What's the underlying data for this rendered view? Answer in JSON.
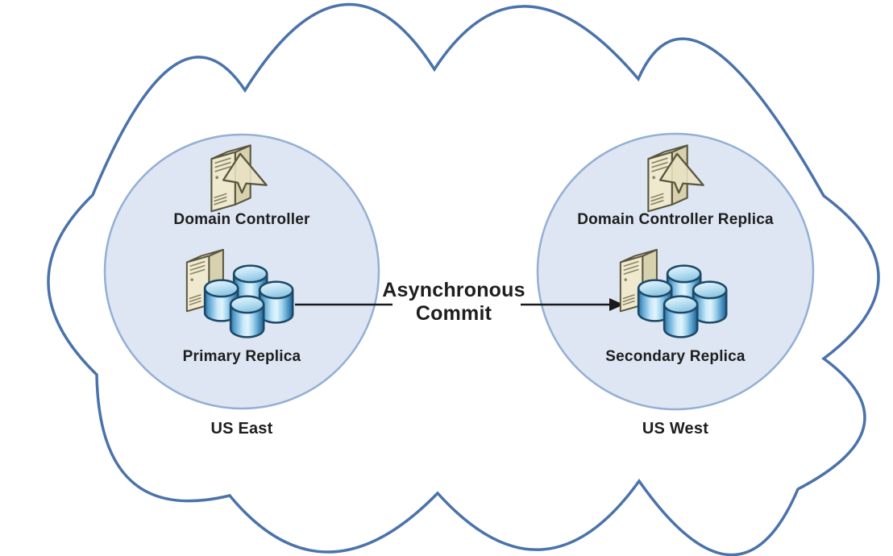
{
  "diagram": {
    "type": "cloud-architecture-diagram",
    "arrow": {
      "label_line1": "Asynchronous",
      "label_line2": "Commit",
      "direction": "left-to-right",
      "color": "#1a1a1a"
    },
    "regions": [
      {
        "name": "US East",
        "nodes": [
          {
            "label": "Domain Controller",
            "icon": "server-tower-with-triangle-icon"
          },
          {
            "label": "Primary Replica",
            "icon": "server-with-database-cylinders-icon"
          }
        ]
      },
      {
        "name": "US West",
        "nodes": [
          {
            "label": "Domain Controller Replica",
            "icon": "server-tower-with-triangle-icon"
          },
          {
            "label": "Secondary Replica",
            "icon": "server-with-database-cylinders-icon"
          }
        ]
      }
    ],
    "colors": {
      "cloud_outline": "#4a72ab",
      "cloud_fill": "#ffffff",
      "region_fill": "#dde6f2",
      "region_border": "#94afd4",
      "text": "#1e1e1e",
      "server_front": "#efe9cf",
      "server_side": "#d8d1ad",
      "server_top": "#f6f3de",
      "server_outline": "#5a563f",
      "database_dark_blue": "#2b6f9f",
      "database_light_blue": "#e2f4fd",
      "database_outline": "#1d4966",
      "arrow_black": "#1a1a1a"
    }
  }
}
